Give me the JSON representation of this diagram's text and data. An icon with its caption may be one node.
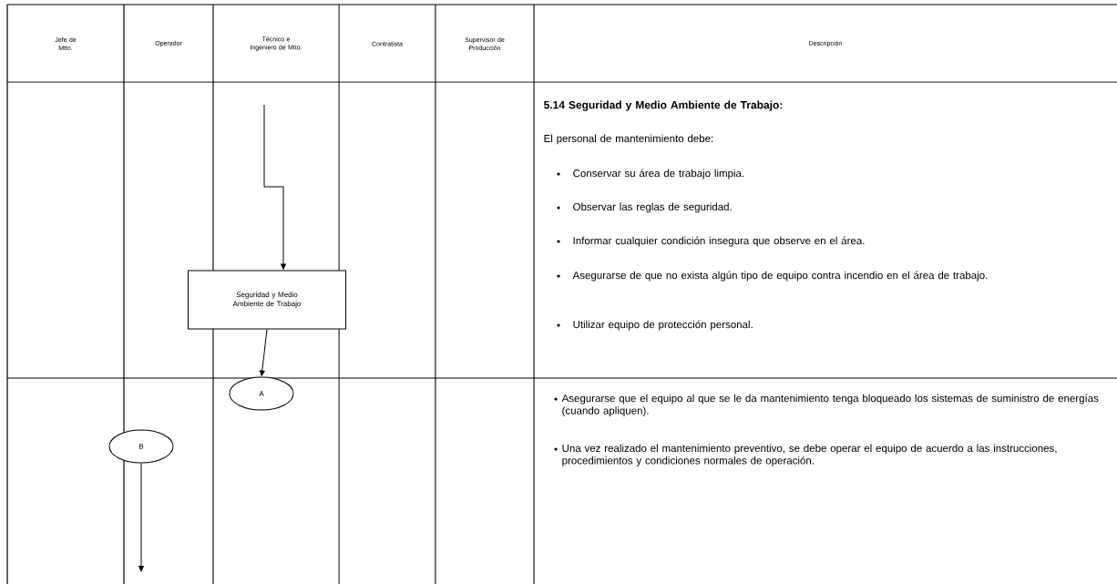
{
  "diagram": {
    "nodes": [
      {
        "text": [
          "Seguridad y Medio Ambiente de Trabajo"
        ]
      },
      {
        "text": [
          "A"
        ]
      },
      {
        "text": [
          "B"
        ]
      }
    ],
    "edges": [
      {
        "from": null,
        "to": 0,
        "arrow": "to"
      },
      {
        "from": 0,
        "to": 1,
        "arrow": "to"
      },
      {
        "from": 2,
        "to": null,
        "arrow": "to"
      }
    ],
    "labels": [
      "Jefe de Mtto.",
      "Operador",
      "Técnico e Ingeniero de Mtto.",
      "Contratista",
      "Supervisor de Producción",
      "Descripción",
      "5.14 Seguridad y Medio Ambiente de Trabajo:",
      "El personal de mantenimiento debe:",
      "Conservar su área de trabajo limpia.",
      "Observar las reglas de seguridad.",
      "Informar cualquier condición insegura que observe en el área.",
      "Asegurarse de que no exista algún tipo de equipo contra incendio en el área de trabajo.",
      "Utilizar equipo de protección personal.",
      "Asegurarse que el equipo al que se le da mantenimiento tenga bloqueado los sistemas de suministro de energías (cuando apliquen).",
      "Una vez realizado el mantenimiento preventivo, se debe operar el equipo de acuerdo a las instrucciones, procedimientos y condiciones normales de operación."
    ]
  }
}
